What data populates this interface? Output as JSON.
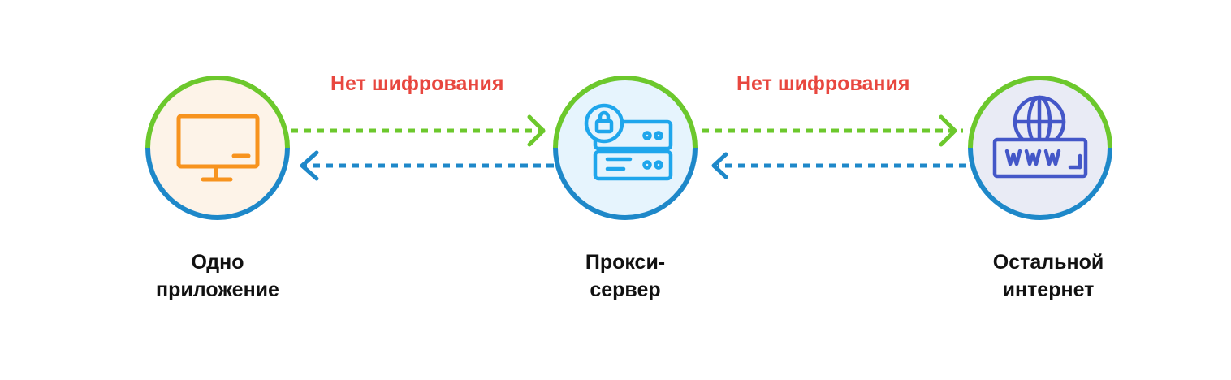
{
  "colors": {
    "green": "#6cc82c",
    "blue": "#1e88c9",
    "red": "#e8473f",
    "orange": "#f7931e",
    "app_bg": "#fdf3e8",
    "proxy_bg": "#e6f4fd",
    "proxy_icon": "#1fa6ec",
    "web_bg": "#e9ebf5",
    "web_icon": "#4457c8"
  },
  "connections": [
    {
      "label": "Нет шифрования"
    },
    {
      "label": "Нет шифрования"
    }
  ],
  "nodes": [
    {
      "icon": "monitor-icon",
      "label_line1": "Одно",
      "label_line2": "приложение"
    },
    {
      "icon": "server-lock-icon",
      "label_line1": "Прокси-",
      "label_line2": "сервер"
    },
    {
      "icon": "globe-www-icon",
      "label_line1": "Остальной",
      "label_line2": "интернет"
    }
  ]
}
